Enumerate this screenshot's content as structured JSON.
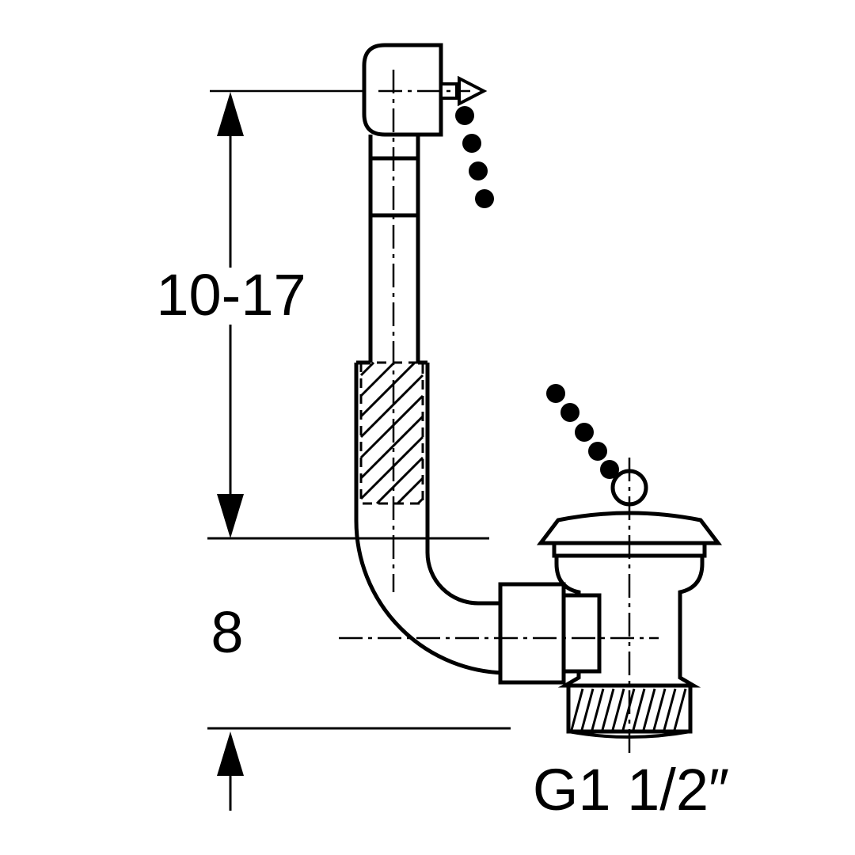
{
  "diagram": {
    "title": "bathtub-drain-overflow-technical-drawing",
    "colors": {
      "line": "#000000",
      "background": "#ffffff"
    },
    "labels": {
      "height_range": "10-17",
      "depth": "8",
      "thread_size": "G1 1/2″"
    }
  }
}
